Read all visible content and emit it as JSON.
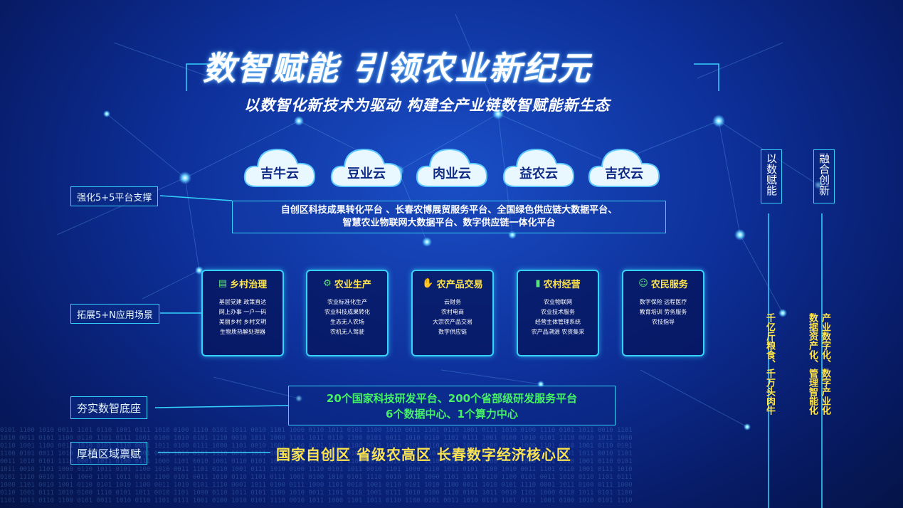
{
  "title": "数智赋能 引领农业新纪元",
  "subtitle": "以数智化新技术为驱动 构建全产业链数智赋能新生态",
  "clouds": [
    "吉牛云",
    "豆业云",
    "肉业云",
    "益农云",
    "吉农云"
  ],
  "side_labels": {
    "platform": "强化5+5平台支撑",
    "scenes": "拓展5+N应用场景",
    "base": "夯实数智底座",
    "region": "厚植区域禀赋"
  },
  "platform_text": {
    "line1": "自创区科技成果转化平台 、长春农博展贸服务平台、全国绿色供应链大数据平台、",
    "line2": "智慧农业物联网大数据平台、数字供应链一体化平台"
  },
  "scenes": [
    {
      "title": "乡村治理",
      "icon": "document-icon",
      "items": [
        "基层党建  政策直达",
        "网上办事  一户一码",
        "美丽乡村  乡村文明",
        "生物质热解处理器"
      ]
    },
    {
      "title": "农业生产",
      "icon": "tractor-icon",
      "items": [
        "农业标准化生产",
        "农业科技成果转化",
        "生态无人农场",
        "农机无人驾驶"
      ]
    },
    {
      "title": "农产品交易",
      "icon": "handshake-icon",
      "items": [
        "云财务",
        "农村电商",
        "大宗农产品交易",
        "数字供应链"
      ]
    },
    {
      "title": "农村经营",
      "icon": "bar-chart-icon",
      "items": [
        "农业物联网",
        "农业技术服务",
        "经营主体管理系统",
        "农产品溯源  农资集采"
      ]
    },
    {
      "title": "农民服务",
      "icon": "farmer-icon",
      "items": [
        "数字保险  远程医疗",
        "教育培训  劳务服务",
        "农技指导"
      ]
    }
  ],
  "base_text": {
    "line1": "20个国家科技研发平台、200个省部级研发服务平台",
    "line2": "6个数据中心、1个算力中心"
  },
  "zones": "国家自创区  省级农高区  长春数字经济核心区",
  "right": {
    "tag1": "以数赋能",
    "tag2": "融合创新",
    "col1": "千亿斤粮食、千万头肉牛",
    "col2a": "产业数字化、数字产业化",
    "col2b": "数据资产化、管理智能化"
  },
  "colors": {
    "accent": "#35d3ff",
    "highlight": "#ffe44a",
    "green": "#44f263",
    "bg": "#0d2f98"
  }
}
